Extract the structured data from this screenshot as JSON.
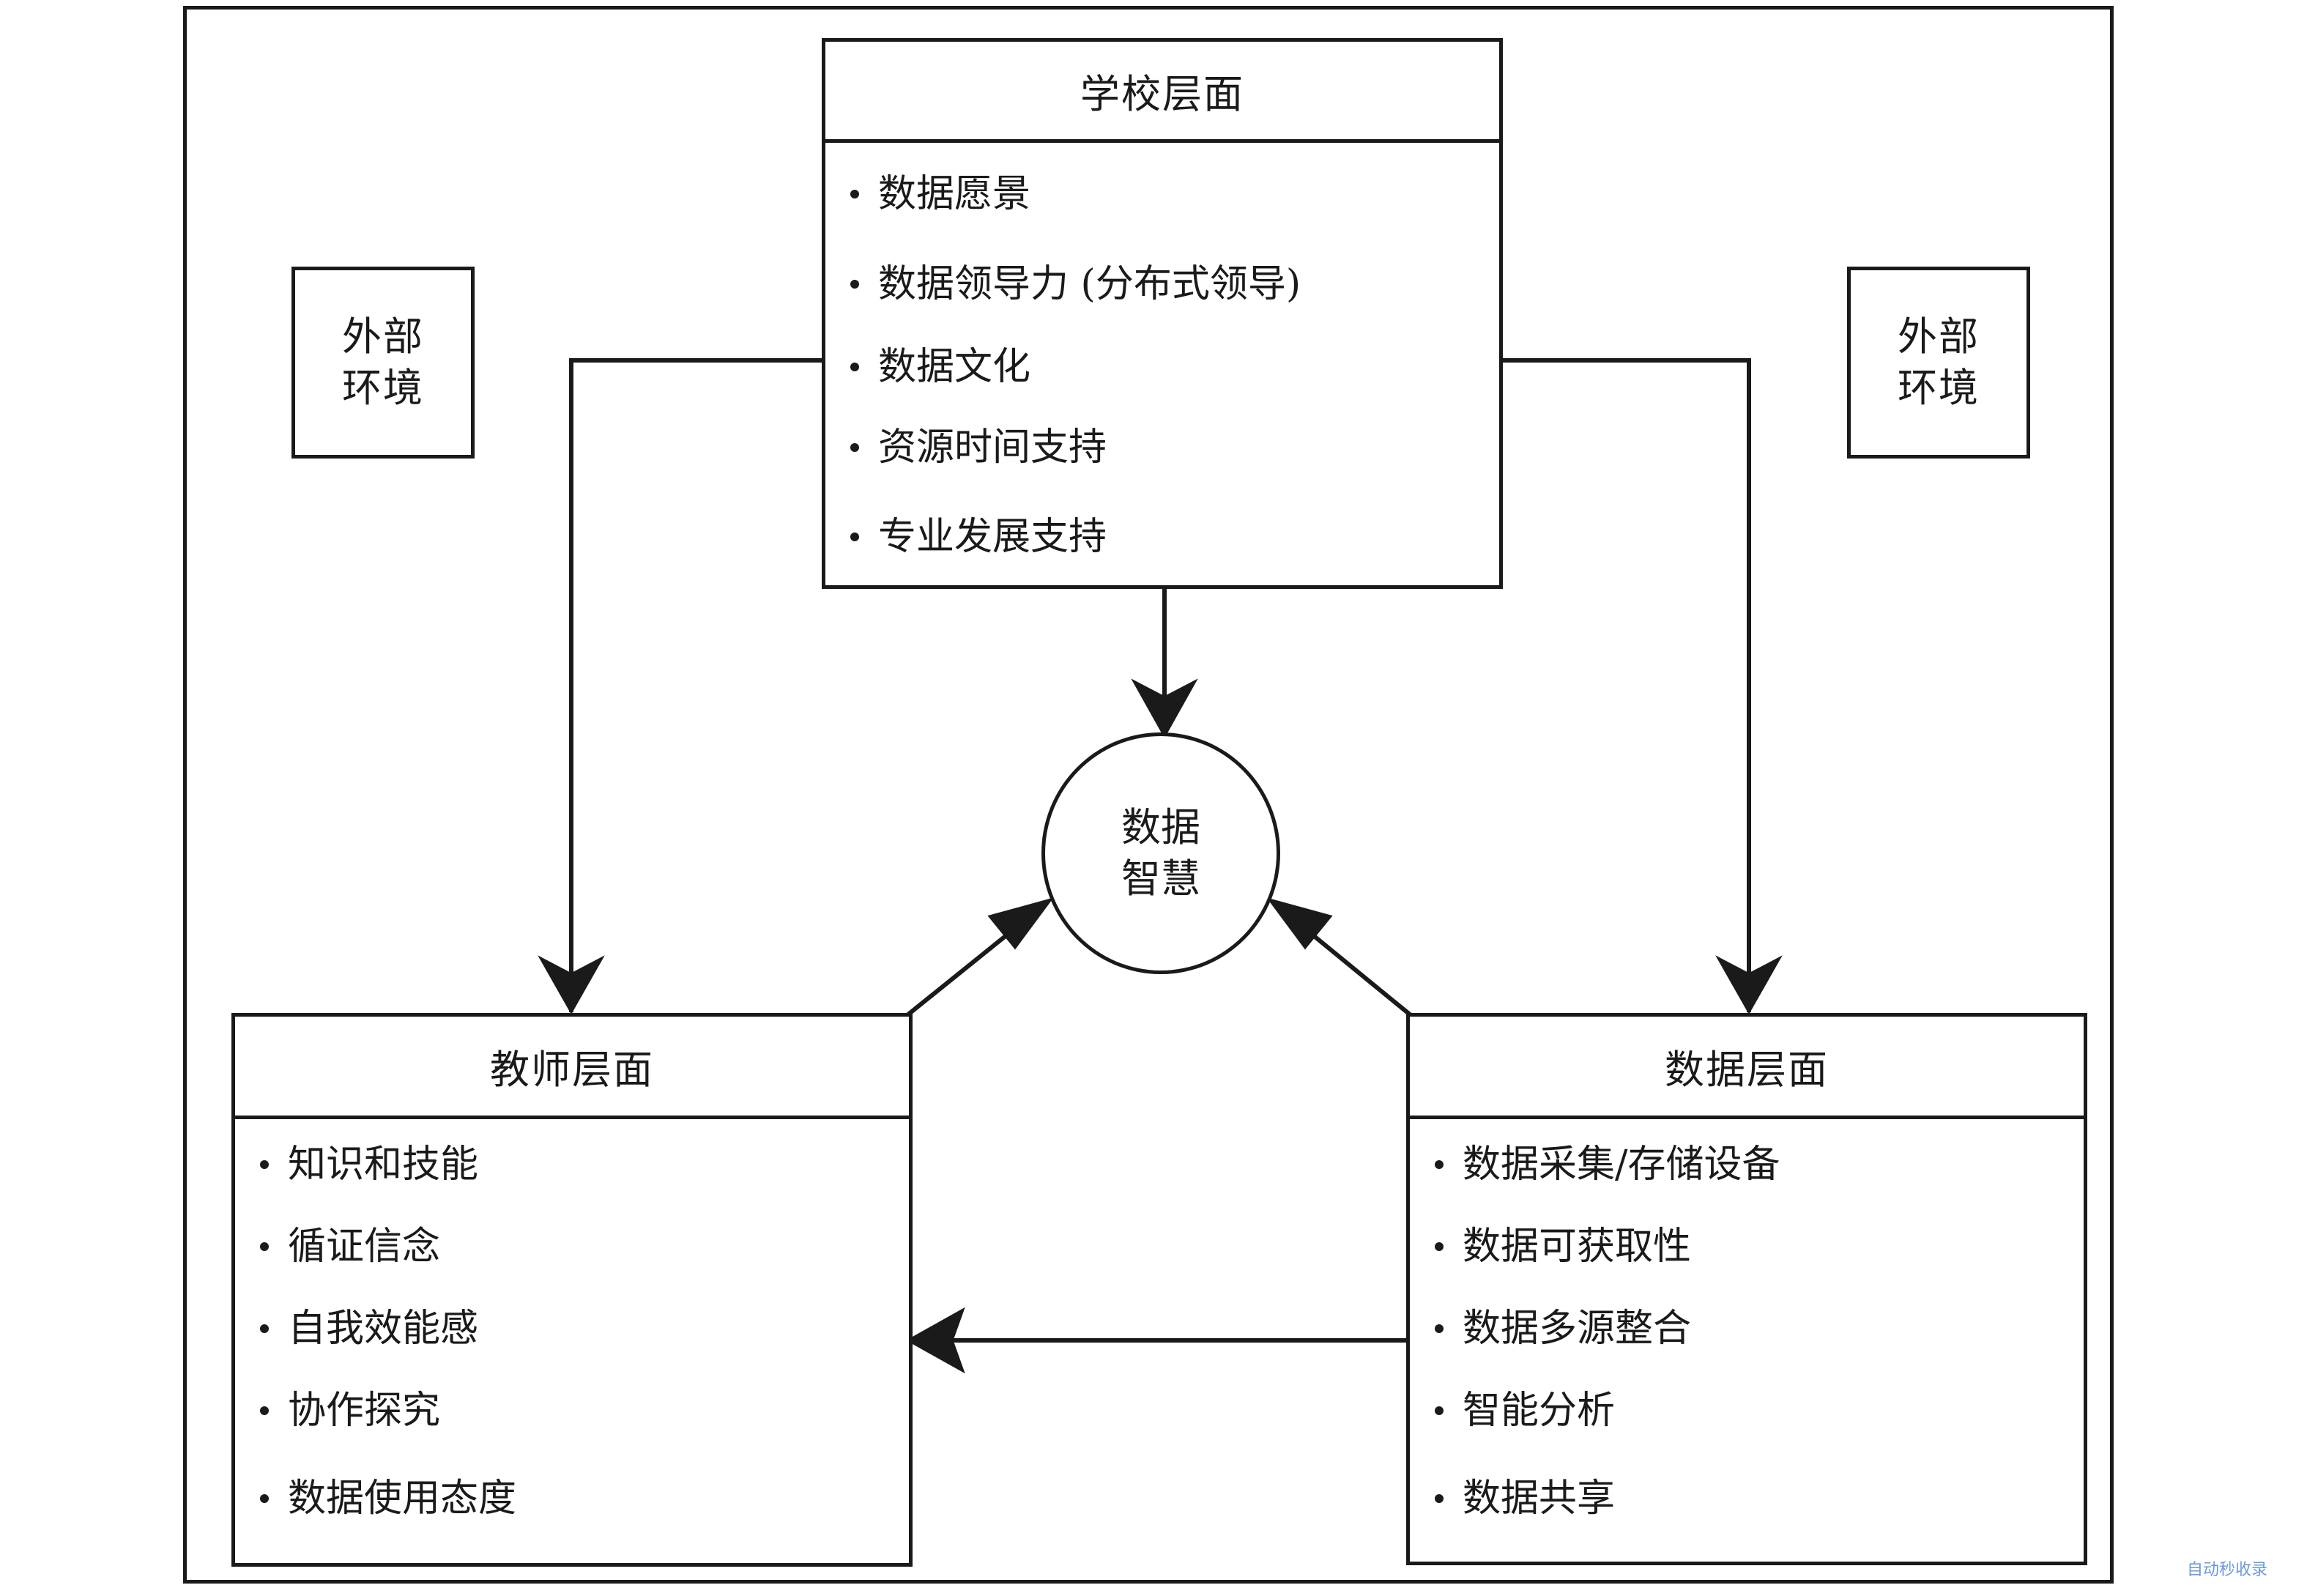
{
  "school_level": {
    "title": "学校层面",
    "items": [
      "数据愿景",
      "数据领导力 (分布式领导)",
      "数据文化",
      "资源时间支持",
      "专业发展支持"
    ]
  },
  "teacher_level": {
    "title": "教师层面",
    "items": [
      "知识和技能",
      "循证信念",
      "自我效能感",
      "协作探究",
      "数据使用态度"
    ]
  },
  "data_level": {
    "title": "数据层面",
    "items": [
      "数据采集/存储设备",
      "数据可获取性",
      "数据多源整合",
      "智能分析",
      "数据共享"
    ]
  },
  "center": {
    "line1": "数据",
    "line2": "智慧"
  },
  "external_left": {
    "line1": "外部",
    "line2": "环境"
  },
  "external_right": {
    "line1": "外部",
    "line2": "环境"
  },
  "watermark": "自动秒收录"
}
